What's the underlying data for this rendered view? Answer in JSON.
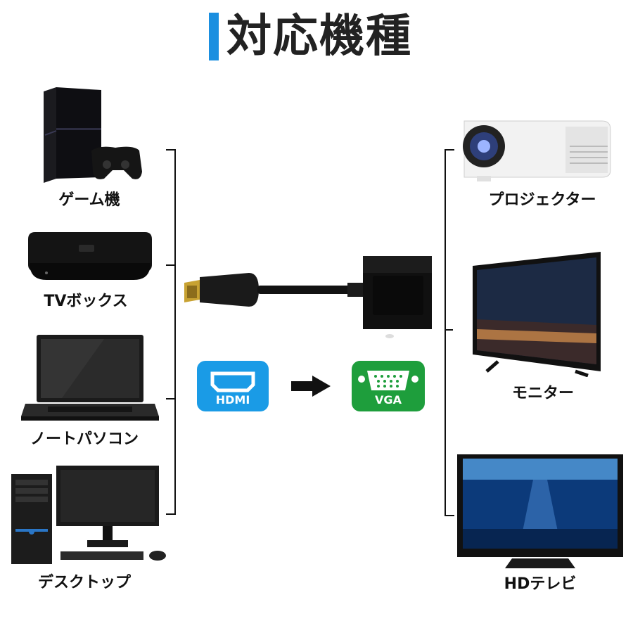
{
  "title": "対応機種",
  "sources": [
    {
      "label": "ゲーム機",
      "icon": "game-console-icon"
    },
    {
      "label": "TVボックス",
      "icon": "tv-box-icon"
    },
    {
      "label": "ノートパソコン",
      "icon": "laptop-icon"
    },
    {
      "label": "デスクトップ",
      "icon": "desktop-pc-icon"
    }
  ],
  "outputs": [
    {
      "label": "プロジェクター",
      "icon": "projector-icon"
    },
    {
      "label": "モニター",
      "icon": "monitor-icon"
    },
    {
      "label": "HDテレビ",
      "icon": "hd-tv-icon"
    }
  ],
  "conversion": {
    "from": "HDMI",
    "to": "VGA",
    "from_color": "#1a9be6",
    "to_color": "#1e9e3c"
  },
  "colors": {
    "accent": "#1a8fe0",
    "bracket": "#111111"
  }
}
